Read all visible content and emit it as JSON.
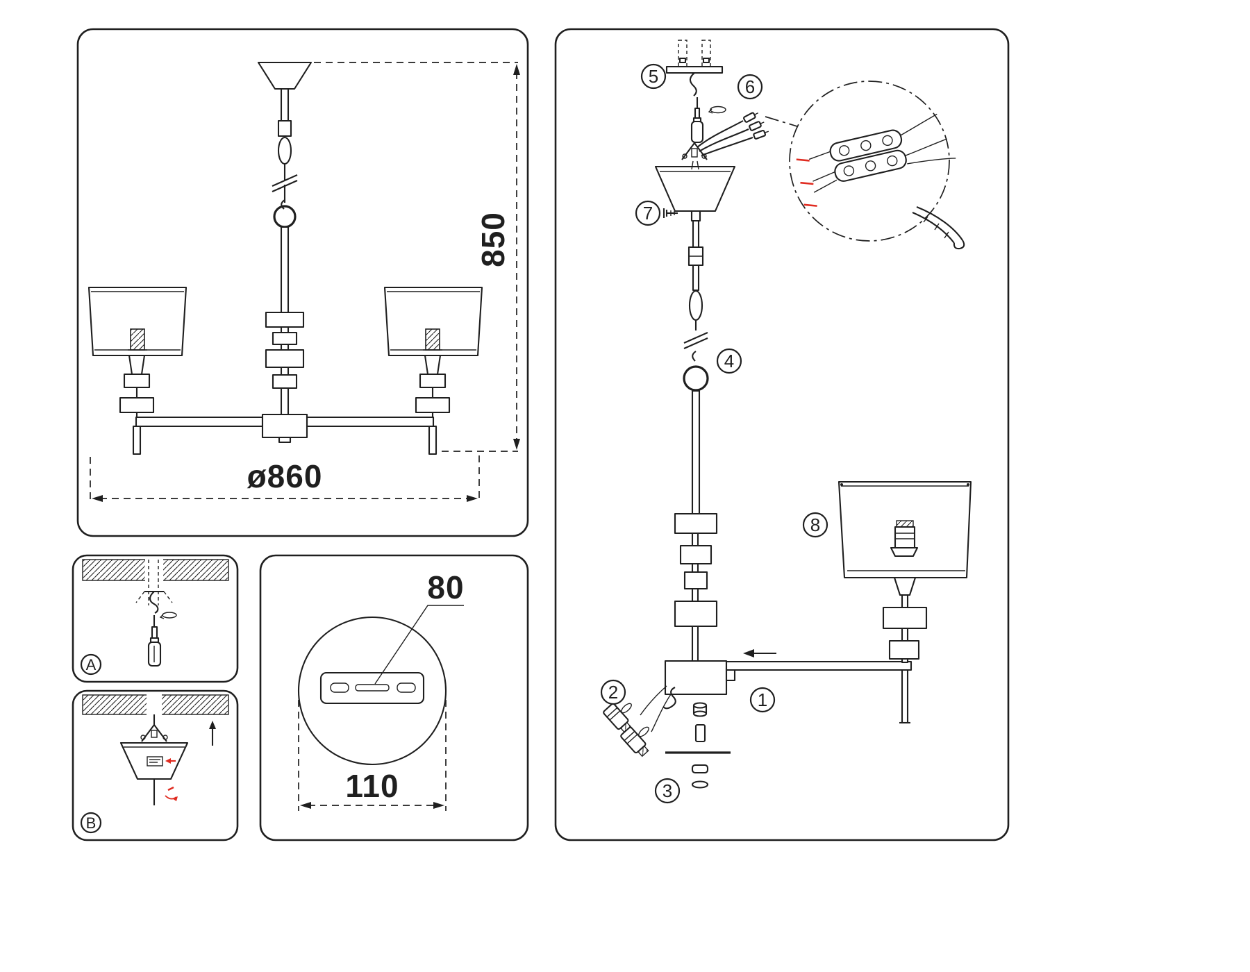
{
  "colors": {
    "ink": "#1f1f1f",
    "accent_red": "#e02b20",
    "background": "#ffffff"
  },
  "main_drawing": {
    "height_dim": "850",
    "diameter_dim": "ø860"
  },
  "mounting_steps": {
    "step_a_label": "A",
    "step_b_label": "B"
  },
  "bracket_detail": {
    "hole_spacing_dim": "80",
    "plate_width_dim": "110"
  },
  "exploded_view": {
    "callouts": {
      "c1": "1",
      "c2": "2",
      "c3": "3",
      "c4": "4",
      "c5": "5",
      "c6": "6",
      "c7": "7",
      "c8": "8"
    }
  }
}
